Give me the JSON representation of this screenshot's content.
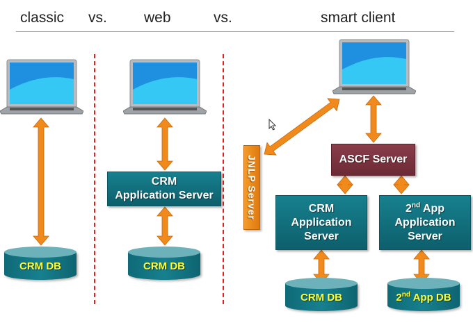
{
  "headers": {
    "classic": "classic",
    "vs1": "vs.",
    "web": "web",
    "vs2": "vs.",
    "smart_client": "smart client"
  },
  "classic_column": {
    "db_label": "CRM DB"
  },
  "web_column": {
    "app_server_line1": "CRM",
    "app_server_line2": "Application Server",
    "db_label": "CRM DB"
  },
  "smart_client_column": {
    "jnlp_label": "JNLP Server",
    "ascf_label": "ASCF Server",
    "crm_app_server_line1": "CRM",
    "crm_app_server_line2": "Application",
    "crm_app_server_line3": "Server",
    "second_app_prefix": "2",
    "second_app_sup": "nd",
    "second_app_line1_rest": " App",
    "second_app_line2": "Application",
    "second_app_line3": "Server",
    "crm_db_label": "CRM DB",
    "second_db_prefix": "2",
    "second_db_sup": "nd",
    "second_db_rest": " App DB"
  },
  "colors": {
    "server_teal": "#0d6b78",
    "ascf_maroon": "#7a3440",
    "arrow_orange": "#f08a1c",
    "db_label_yellow": "#ffff33",
    "divider_red": "#e0201f",
    "rule_green": "#7bc77b"
  }
}
